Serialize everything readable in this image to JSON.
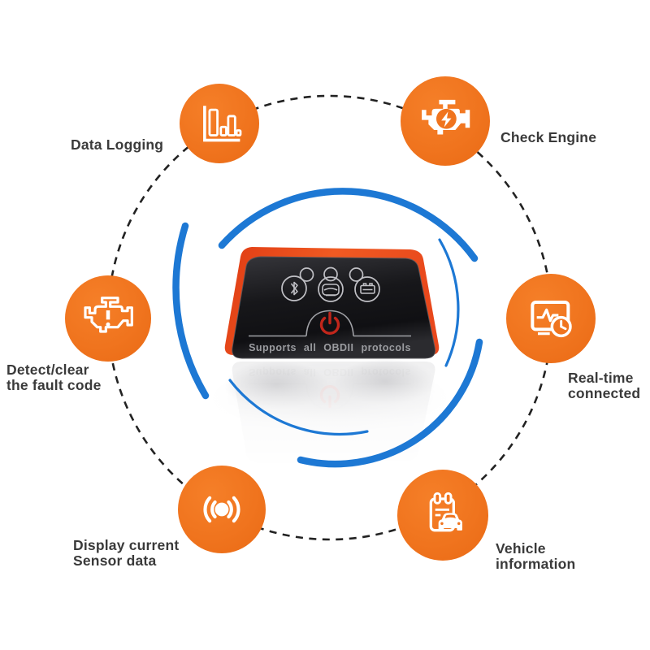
{
  "colors": {
    "orange": "#F0741E",
    "rim_red": "#E8481C",
    "arc_blue": "#1D78D4",
    "power_red": "#C1261B",
    "label_text": "#3A3A3A"
  },
  "device": {
    "protocol_text": "Supports all OBDII protocols",
    "indicators": [
      "bluetooth",
      "car",
      "battery"
    ]
  },
  "features": [
    {
      "id": "data-logging",
      "icon": "bar-chart-icon",
      "lines": [
        "Data Logging"
      ]
    },
    {
      "id": "check-engine",
      "icon": "engine-bolt-icon",
      "lines": [
        "Check Engine"
      ]
    },
    {
      "id": "detect-clear",
      "icon": "engine-warning-icon",
      "lines": [
        "Detect/clear",
        "the fault code"
      ]
    },
    {
      "id": "real-time",
      "icon": "monitor-clock-icon",
      "lines": [
        "Real-time",
        "connected"
      ]
    },
    {
      "id": "sensor-data",
      "icon": "sensor-signal-icon",
      "lines": [
        "Display current",
        "Sensor data"
      ]
    },
    {
      "id": "vehicle-info",
      "icon": "clipboard-car-icon",
      "lines": [
        "Vehicle",
        "information"
      ]
    }
  ]
}
